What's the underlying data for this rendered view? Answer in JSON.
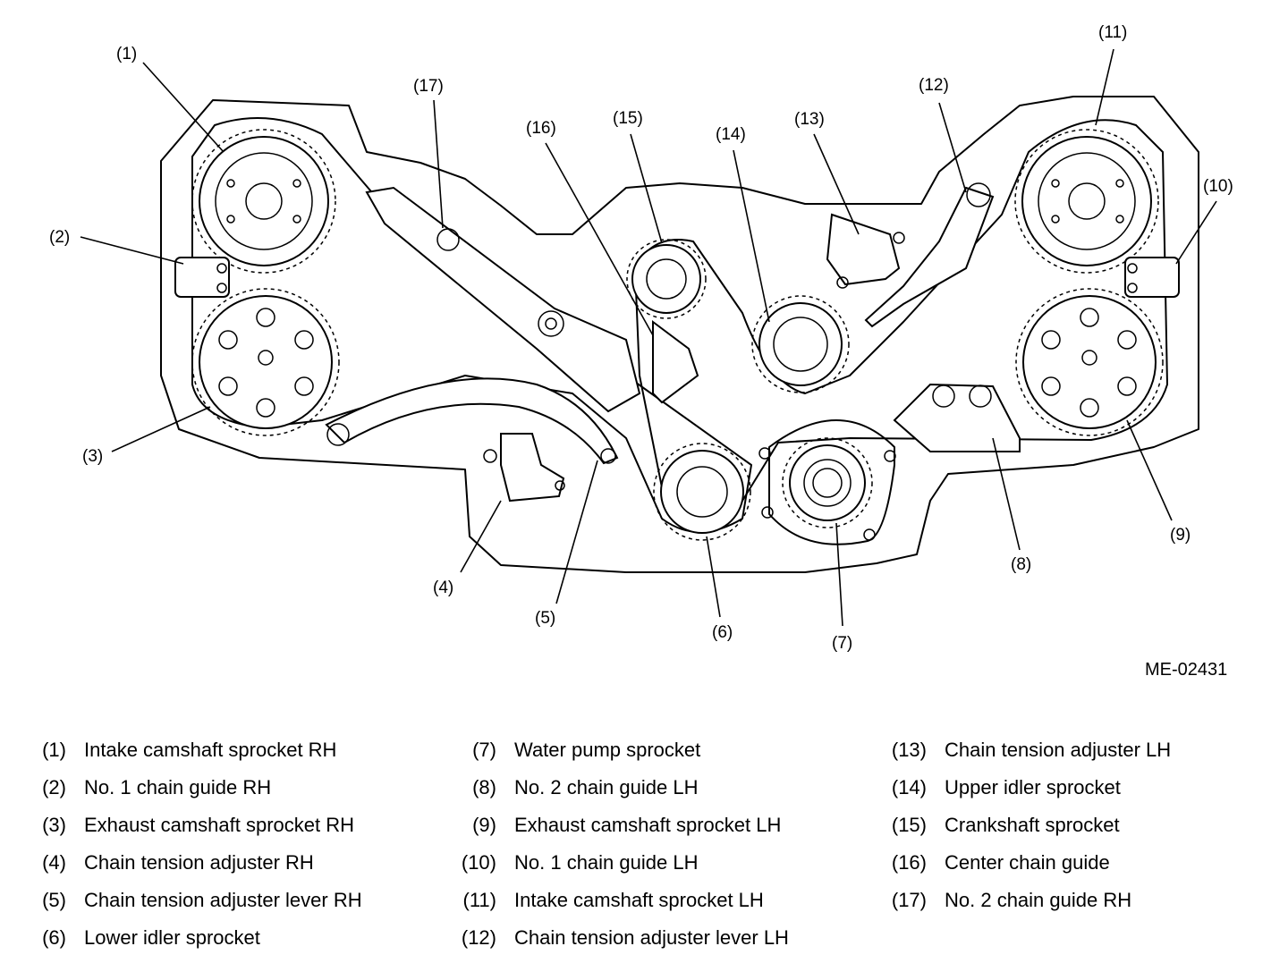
{
  "diagram_id": "ME-02431",
  "callouts": [
    "(1)",
    "(2)",
    "(3)",
    "(4)",
    "(5)",
    "(6)",
    "(7)",
    "(8)",
    "(9)",
    "(10)",
    "(11)",
    "(12)",
    "(13)",
    "(14)",
    "(15)",
    "(16)",
    "(17)"
  ],
  "legend": [
    [
      {
        "num": "(1)",
        "label": "Intake camshaft sprocket RH"
      },
      {
        "num": "(2)",
        "label": "No. 1 chain guide RH"
      },
      {
        "num": "(3)",
        "label": "Exhaust camshaft sprocket RH"
      },
      {
        "num": "(4)",
        "label": "Chain tension adjuster RH"
      },
      {
        "num": "(5)",
        "label": "Chain tension adjuster lever RH"
      },
      {
        "num": "(6)",
        "label": "Lower idler sprocket"
      }
    ],
    [
      {
        "num": "(7)",
        "label": "Water pump sprocket"
      },
      {
        "num": "(8)",
        "label": "No. 2 chain guide LH"
      },
      {
        "num": "(9)",
        "label": "Exhaust camshaft sprocket LH"
      },
      {
        "num": "(10)",
        "label": "No. 1 chain guide LH"
      },
      {
        "num": "(11)",
        "label": "Intake camshaft sprocket LH"
      },
      {
        "num": "(12)",
        "label": "Chain tension adjuster lever LH"
      }
    ],
    [
      {
        "num": "(13)",
        "label": "Chain tension adjuster LH"
      },
      {
        "num": "(14)",
        "label": "Upper idler sprocket"
      },
      {
        "num": "(15)",
        "label": "Crankshaft sprocket"
      },
      {
        "num": "(16)",
        "label": "Center chain guide"
      },
      {
        "num": "(17)",
        "label": "No. 2 chain guide RH"
      }
    ]
  ]
}
